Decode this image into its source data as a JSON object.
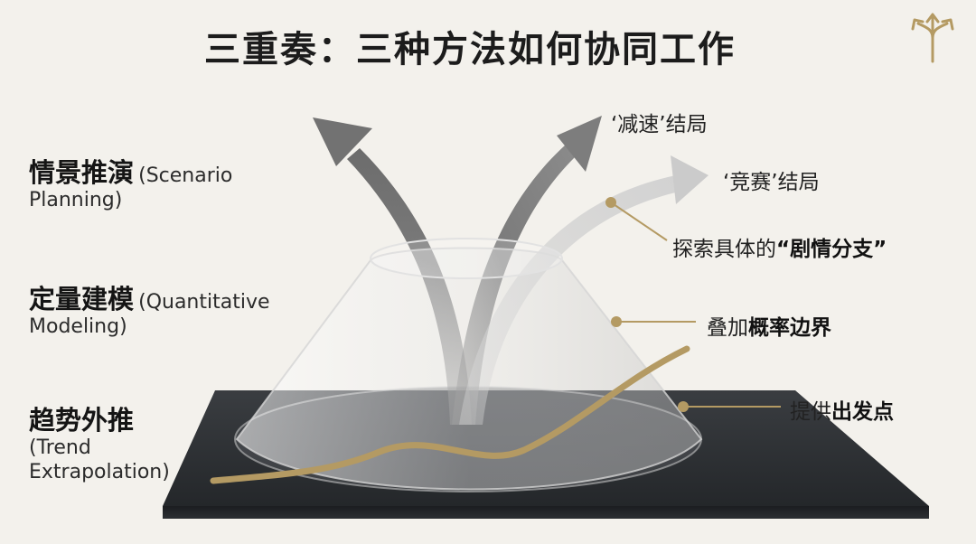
{
  "title": "三重奏：三种方法如何协同工作",
  "logo_icon": "branching-arrows-icon",
  "colors": {
    "background": "#f3f1ec",
    "platform": "#2f3236",
    "trend_line": "#b49a63",
    "accent_dot": "#b49a63",
    "arrow_dark": "#7a7a7a",
    "arrow_light": "#cfcfcf"
  },
  "methods": [
    {
      "zh": "情景推演",
      "en_first": "(Scenario",
      "en_rest": "Planning)"
    },
    {
      "zh": "定量建模",
      "en_first": "(Quantitative",
      "en_rest": "Modeling)"
    },
    {
      "zh": "趋势外推",
      "en_first": "",
      "en_rest": "(Trend Extrapolation)"
    }
  ],
  "outcomes": {
    "slowdown": "‘减速’结局",
    "race": "‘竞赛’结局"
  },
  "annotations": {
    "scenario": {
      "plain": "探索具体的",
      "bold": "“剧情分支”"
    },
    "modeling": {
      "plain": "叠加",
      "bold": "概率边界"
    },
    "trend": {
      "plain": "提供",
      "bold": "出发点"
    }
  }
}
